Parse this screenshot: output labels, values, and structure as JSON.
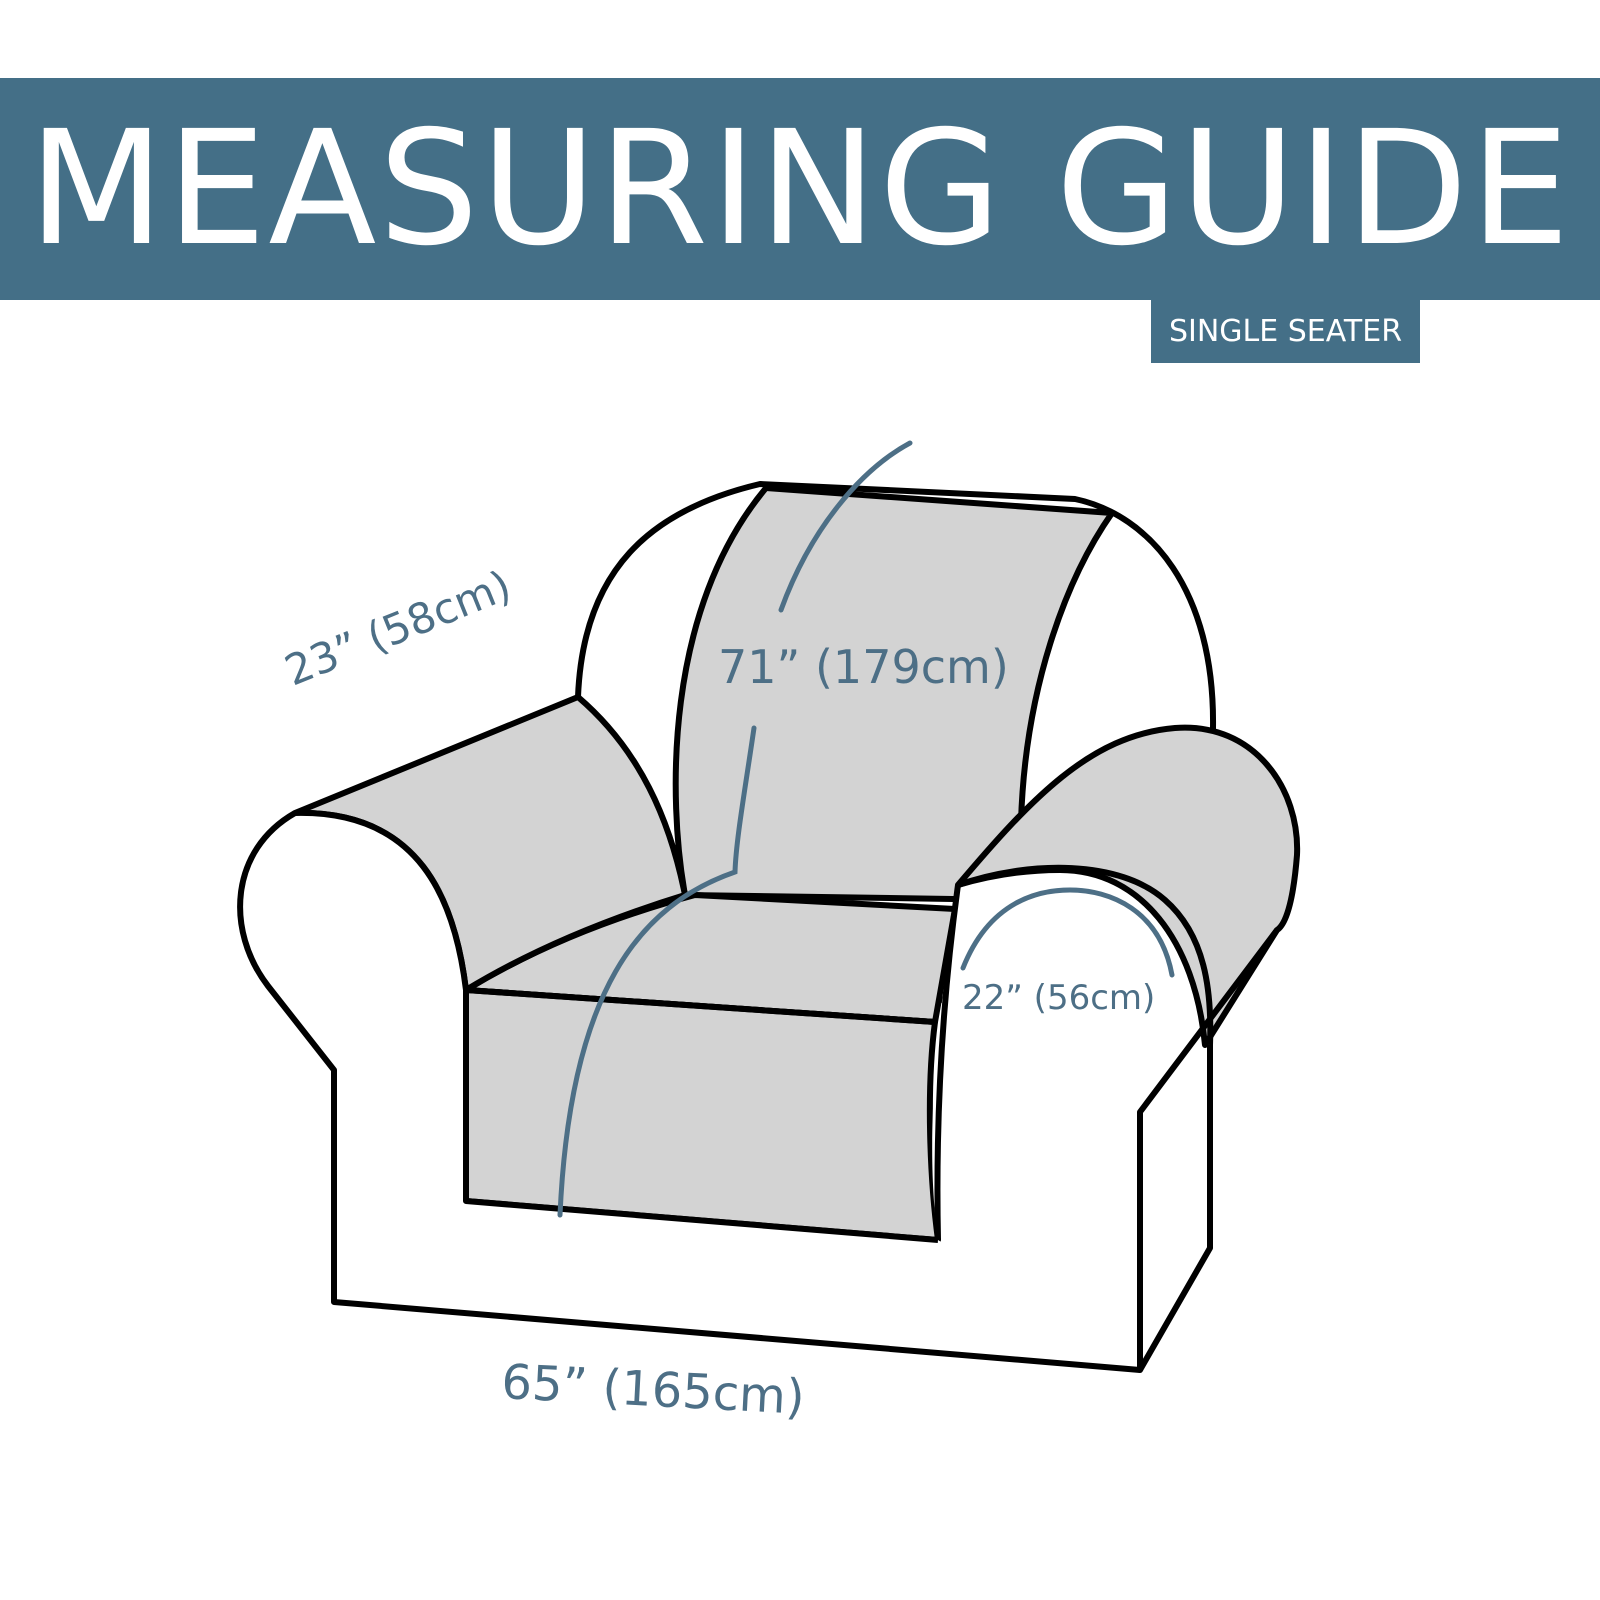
{
  "header": {
    "title": "MEASURING GUIDE",
    "badge": "SINGLE SEATER"
  },
  "measurements": {
    "back_height": "71” (179cm)",
    "arm_depth": "23” (58cm)",
    "arm_width": "22” (56cm)",
    "total_width": "65” (165cm)"
  },
  "colors": {
    "banner": "#446f87",
    "measure_line": "#4d6f86",
    "outline": "#000000",
    "fill": "#d3d3d3"
  }
}
